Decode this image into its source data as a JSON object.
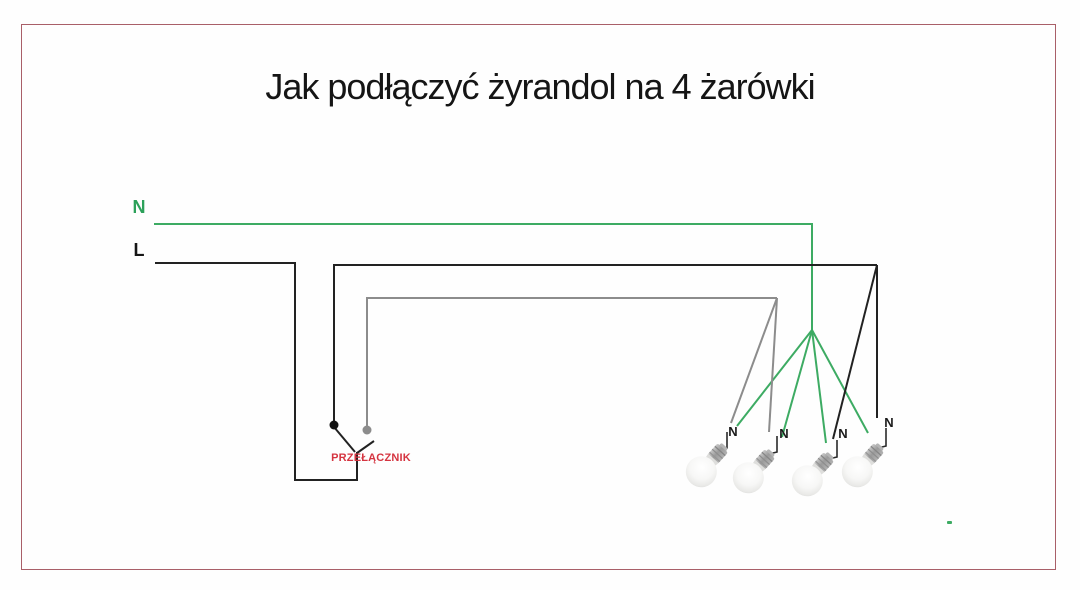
{
  "title": "Jak podłączyć żyrandol na 4 żarówki",
  "labels": {
    "neutral": "N",
    "live": "L",
    "switch": "PRZEŁĄCZNIK"
  },
  "bulbs": [
    {
      "icon": "light-bulb-icon",
      "label": "N"
    },
    {
      "icon": "light-bulb-icon",
      "label": "N"
    },
    {
      "icon": "light-bulb-icon",
      "label": "N"
    },
    {
      "icon": "light-bulb-icon",
      "label": "N"
    }
  ],
  "colors": {
    "neutral_wire_green": "#3dab63",
    "live_wire_black": "#222222",
    "switched_wire_gray": "#8c8c8c",
    "switch_label_red": "#d53440",
    "frame_border_rose": "#a95f68"
  }
}
